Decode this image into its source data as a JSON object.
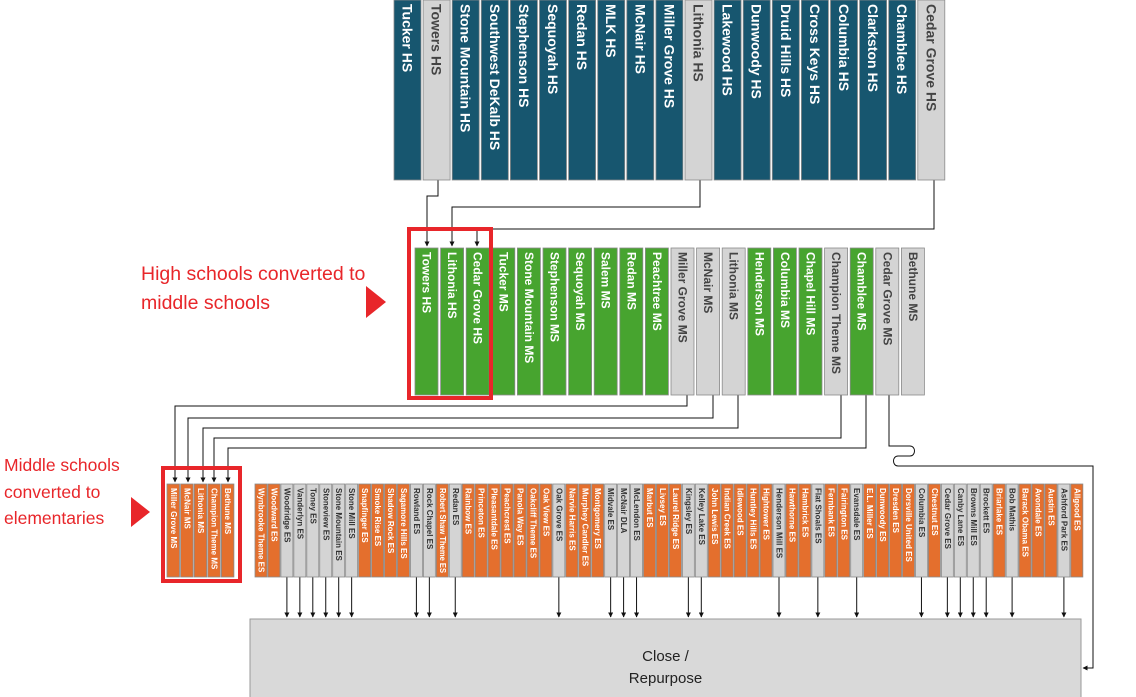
{
  "colors": {
    "high_school": "#17566f",
    "middle_school": "#47a42f",
    "elementary": "#e46f2d",
    "closed": "#d4d4d4",
    "highlight": "#e8262a",
    "line": "#111111",
    "close_box": "#d9d9d9"
  },
  "annotations": {
    "high_to_middle": "High schools converted to middle schools",
    "middle_to_elementary": "Middle schools converted to elementaries"
  },
  "close_box": {
    "line1": "Close /",
    "line2": "Repurpose"
  },
  "high_schools": [
    {
      "name": "Tucker HS",
      "status": "continue"
    },
    {
      "name": "Towers HS",
      "status": "convert"
    },
    {
      "name": "Stone Mountain HS",
      "status": "continue"
    },
    {
      "name": "Southwest DeKalb HS",
      "status": "continue"
    },
    {
      "name": "Stephenson HS",
      "status": "continue"
    },
    {
      "name": "Sequoyah HS",
      "status": "continue"
    },
    {
      "name": "Redan HS",
      "status": "continue"
    },
    {
      "name": "MLK HS",
      "status": "continue"
    },
    {
      "name": "McNair HS",
      "status": "continue"
    },
    {
      "name": "Miller Grove HS",
      "status": "continue"
    },
    {
      "name": "Lithonia HS",
      "status": "convert"
    },
    {
      "name": "Lakewood HS",
      "status": "continue"
    },
    {
      "name": "Dunwoody HS",
      "status": "continue"
    },
    {
      "name": "Druid Hills HS",
      "status": "continue"
    },
    {
      "name": "Cross Keys HS",
      "status": "continue"
    },
    {
      "name": "Columbia HS",
      "status": "continue"
    },
    {
      "name": "Clarkston HS",
      "status": "continue"
    },
    {
      "name": "Chamblee HS",
      "status": "continue"
    },
    {
      "name": "Cedar Grove HS",
      "status": "convert"
    }
  ],
  "middle_schools": [
    {
      "name": "Towers HS",
      "status": "continue"
    },
    {
      "name": "Lithonia HS",
      "status": "continue"
    },
    {
      "name": "Cedar Grove HS",
      "status": "continue"
    },
    {
      "name": "Tucker MS",
      "status": "continue"
    },
    {
      "name": "Stone Mountain MS",
      "status": "continue"
    },
    {
      "name": "Stephenson MS",
      "status": "continue"
    },
    {
      "name": "Sequoyah MS",
      "status": "continue"
    },
    {
      "name": "Salem MS",
      "status": "continue"
    },
    {
      "name": "Redan MS",
      "status": "continue"
    },
    {
      "name": "Peachtree MS",
      "status": "continue"
    },
    {
      "name": "Miller Grove MS",
      "status": "convert"
    },
    {
      "name": "McNair MS",
      "status": "convert"
    },
    {
      "name": "Lithonia MS",
      "status": "convert"
    },
    {
      "name": "Henderson MS",
      "status": "continue"
    },
    {
      "name": "Columbia MS",
      "status": "continue"
    },
    {
      "name": "Chapel Hill MS",
      "status": "continue"
    },
    {
      "name": "Champion Theme MS",
      "status": "convert"
    },
    {
      "name": "Chamblee MS",
      "status": "continue"
    },
    {
      "name": "Cedar Grove MS",
      "status": "convert"
    },
    {
      "name": "Bethune MS",
      "status": "convert"
    }
  ],
  "converted_elementaries": [
    {
      "name": "Miller Grove MS"
    },
    {
      "name": "McNair MS"
    },
    {
      "name": "Lithonia MS"
    },
    {
      "name": "Champion Theme MS"
    },
    {
      "name": "Bethune MS"
    }
  ],
  "elementary_schools": [
    {
      "name": "Wynbrooke Theme ES",
      "status": "continue"
    },
    {
      "name": "Woodward ES",
      "status": "continue"
    },
    {
      "name": "Woodridge ES",
      "status": "close"
    },
    {
      "name": "Vanderlyn ES",
      "status": "close"
    },
    {
      "name": "Toney ES",
      "status": "close"
    },
    {
      "name": "Stoneview ES",
      "status": "close"
    },
    {
      "name": "Stone Mountain ES",
      "status": "close"
    },
    {
      "name": "Stone Mill ES",
      "status": "close"
    },
    {
      "name": "Snapfinger ES",
      "status": "continue"
    },
    {
      "name": "Smoke Rise ES",
      "status": "continue"
    },
    {
      "name": "Shadow Rock ES",
      "status": "continue"
    },
    {
      "name": "Sagamore Hills ES",
      "status": "continue"
    },
    {
      "name": "Rowland ES",
      "status": "close"
    },
    {
      "name": "Rock Chapel ES",
      "status": "close"
    },
    {
      "name": "Robert Shaw Theme ES",
      "status": "continue"
    },
    {
      "name": "Redan ES",
      "status": "close"
    },
    {
      "name": "Rainbow ES",
      "status": "continue"
    },
    {
      "name": "Princeton ES",
      "status": "continue"
    },
    {
      "name": "Pleasantdale ES",
      "status": "continue"
    },
    {
      "name": "Peachcrest ES",
      "status": "continue"
    },
    {
      "name": "Panola Way ES",
      "status": "continue"
    },
    {
      "name": "Oakcliff Theme ES",
      "status": "continue"
    },
    {
      "name": "Oak View ES",
      "status": "continue"
    },
    {
      "name": "Oak Grove ES",
      "status": "close"
    },
    {
      "name": "Narvie Harris ES",
      "status": "continue"
    },
    {
      "name": "Murphey Candler ES",
      "status": "continue"
    },
    {
      "name": "Montgomery ES",
      "status": "continue"
    },
    {
      "name": "Midvale ES",
      "status": "close"
    },
    {
      "name": "McNair DLA",
      "status": "close"
    },
    {
      "name": "McLendon ES",
      "status": "close"
    },
    {
      "name": "Marbut ES",
      "status": "continue"
    },
    {
      "name": "Livsey ES",
      "status": "continue"
    },
    {
      "name": "Laurel Ridge ES",
      "status": "continue"
    },
    {
      "name": "Kingsley ES",
      "status": "close"
    },
    {
      "name": "Kelley Lake ES",
      "status": "close"
    },
    {
      "name": "John Lewis ES",
      "status": "continue"
    },
    {
      "name": "Indian Creek ES",
      "status": "continue"
    },
    {
      "name": "Idlewood ES",
      "status": "continue"
    },
    {
      "name": "Huntley Hills ES",
      "status": "continue"
    },
    {
      "name": "Hightower ES",
      "status": "continue"
    },
    {
      "name": "Henderson Mill ES",
      "status": "close"
    },
    {
      "name": "Hawthorne ES",
      "status": "continue"
    },
    {
      "name": "Hambrick ES",
      "status": "continue"
    },
    {
      "name": "Flat Shoals ES",
      "status": "close"
    },
    {
      "name": "Fernbank ES",
      "status": "continue"
    },
    {
      "name": "Fairington ES",
      "status": "continue"
    },
    {
      "name": "Evansdale ES",
      "status": "close"
    },
    {
      "name": "E.L. Miller ES",
      "status": "continue"
    },
    {
      "name": "Dunwoody ES",
      "status": "continue"
    },
    {
      "name": "Dresden ES",
      "status": "continue"
    },
    {
      "name": "Dorsville United ES",
      "status": "continue"
    },
    {
      "name": "Columbia ES",
      "status": "close"
    },
    {
      "name": "Chestnut ES",
      "status": "continue"
    },
    {
      "name": "Cedar Grove ES",
      "status": "close"
    },
    {
      "name": "Canby Lane ES",
      "status": "close"
    },
    {
      "name": "Browns Mill ES",
      "status": "close"
    },
    {
      "name": "Brockett ES",
      "status": "close"
    },
    {
      "name": "Briarlake ES",
      "status": "continue"
    },
    {
      "name": "Bob Mathis",
      "status": "close"
    },
    {
      "name": "Barack Obama ES",
      "status": "continue"
    },
    {
      "name": "Avondale ES",
      "status": "continue"
    },
    {
      "name": "Austin ES",
      "status": "continue"
    },
    {
      "name": "Ashford Park ES",
      "status": "close"
    },
    {
      "name": "Allgood ES",
      "status": "continue"
    }
  ]
}
